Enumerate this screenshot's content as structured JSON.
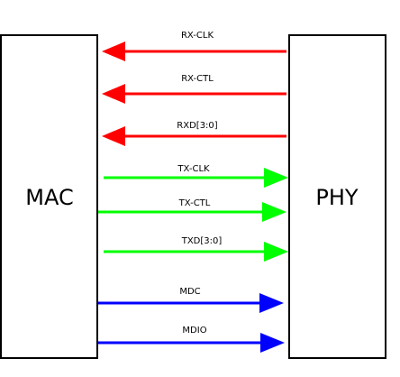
{
  "blocks": {
    "left": "MAC",
    "right": "PHY"
  },
  "signals": [
    {
      "label": "RX-CLK",
      "direction": "to-mac",
      "color": "#ff0000"
    },
    {
      "label": "RX-CTL",
      "direction": "to-mac",
      "color": "#ff0000"
    },
    {
      "label": "RXD[3:0]",
      "direction": "to-mac",
      "color": "#ff0000"
    },
    {
      "label": "TX-CLK",
      "direction": "to-phy",
      "color": "#00ff00"
    },
    {
      "label": "TX-CTL",
      "direction": "to-phy",
      "color": "#00ff00"
    },
    {
      "label": "TXD[3:0]",
      "direction": "to-phy",
      "color": "#00ff00"
    },
    {
      "label": "MDC",
      "direction": "to-phy",
      "color": "#0000ff"
    },
    {
      "label": "MDIO",
      "direction": "to-phy",
      "color": "#0000ff"
    }
  ]
}
